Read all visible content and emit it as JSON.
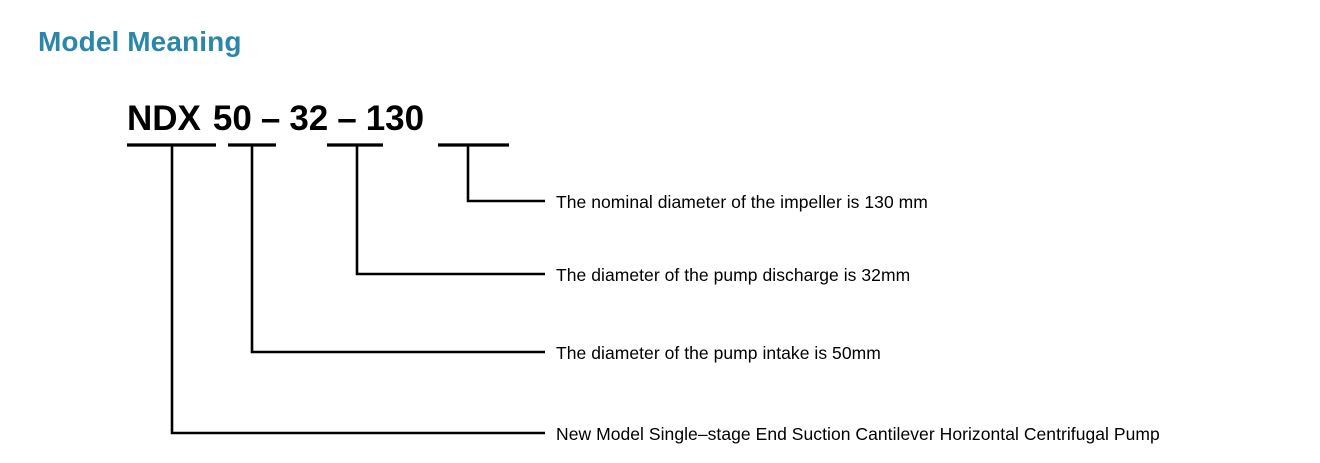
{
  "title": "Model Meaning",
  "model_code": {
    "prefix": "NDX",
    "intake_size": "50",
    "separator_1": "–",
    "discharge_size": "32",
    "separator_2": "–",
    "impeller_size": "130",
    "full": "NDX 50 – 32 – 130"
  },
  "colors": {
    "title": "#2a87aa",
    "line": "#000000",
    "text": "#000000",
    "background": "#ffffff"
  },
  "callouts": [
    {
      "id": "impeller",
      "source_segment": "130",
      "text": "The nominal diameter of the impeller is 130 mm"
    },
    {
      "id": "discharge",
      "source_segment": "32",
      "text": "The diameter of the pump discharge is 32mm"
    },
    {
      "id": "intake",
      "source_segment": "50",
      "text": "The diameter of the pump intake is 50mm"
    },
    {
      "id": "series",
      "source_segment": "NDX",
      "text": "New Model Single–stage End Suction Cantilever Horizontal Centrifugal Pump"
    }
  ]
}
